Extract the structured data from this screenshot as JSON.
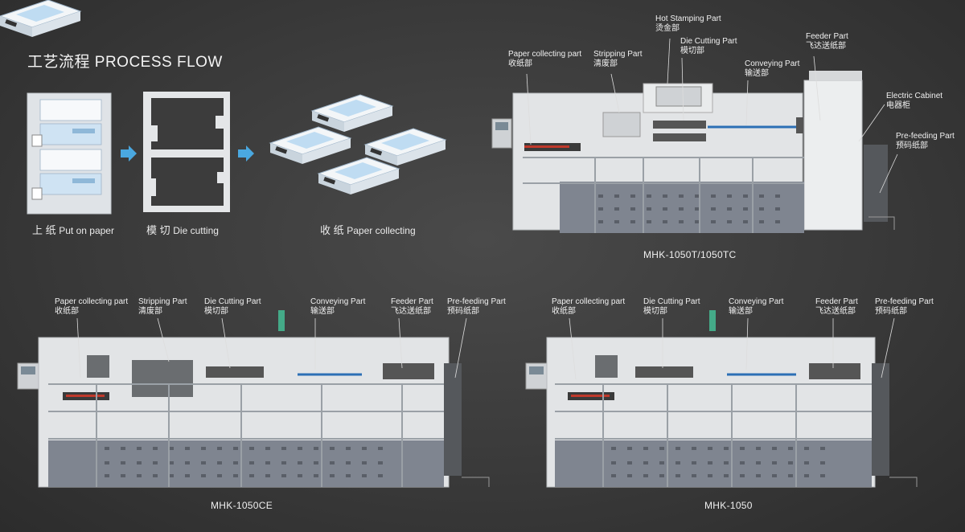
{
  "title": "工艺流程  PROCESS FLOW",
  "steps": [
    {
      "zh": "上 纸",
      "en": "Put on paper"
    },
    {
      "zh": "模 切",
      "en": "Die cutting"
    },
    {
      "zh": "收 纸",
      "en": "Paper collecting"
    }
  ],
  "machines": [
    {
      "model": "MHK-1050T/1050TC",
      "labels": [
        {
          "en": "Paper collecting part",
          "zh": "收纸部"
        },
        {
          "en": "Stripping Part",
          "zh": "清废部"
        },
        {
          "en": "Hot Stamping Part",
          "zh": "烫金部"
        },
        {
          "en": "Die Cutting Part",
          "zh": "模切部"
        },
        {
          "en": "Conveying Part",
          "zh": "输送部"
        },
        {
          "en": "Feeder Part",
          "zh": "飞达送纸部"
        },
        {
          "en": "Electric Cabinet",
          "zh": "电器柜"
        },
        {
          "en": "Pre-feeding Part",
          "zh": "预码纸部"
        }
      ]
    },
    {
      "model": "MHK-1050CE",
      "labels": [
        {
          "en": "Paper collecting part",
          "zh": "收纸部"
        },
        {
          "en": "Stripping Part",
          "zh": "清废部"
        },
        {
          "en": "Die Cutting Part",
          "zh": "模切部"
        },
        {
          "en": "Conveying Part",
          "zh": "输送部"
        },
        {
          "en": "Feeder Part",
          "zh": "飞达送纸部"
        },
        {
          "en": "Pre-feeding Part",
          "zh": "预码纸部"
        }
      ]
    },
    {
      "model": "MHK-1050",
      "labels": [
        {
          "en": "Paper collecting part",
          "zh": "收纸部"
        },
        {
          "en": "Die Cutting Part",
          "zh": "模切部"
        },
        {
          "en": "Conveying Part",
          "zh": "输送部"
        },
        {
          "en": "Feeder Part",
          "zh": "飞达送纸部"
        },
        {
          "en": "Pre-feeding Part",
          "zh": "预码纸部"
        }
      ]
    }
  ],
  "colors": {
    "background": "#3a3a3a",
    "machine_body": "#e2e4e6",
    "machine_base": "#7f8590",
    "arrow": "#4aa8e0",
    "accent_red": "#c0392b"
  }
}
